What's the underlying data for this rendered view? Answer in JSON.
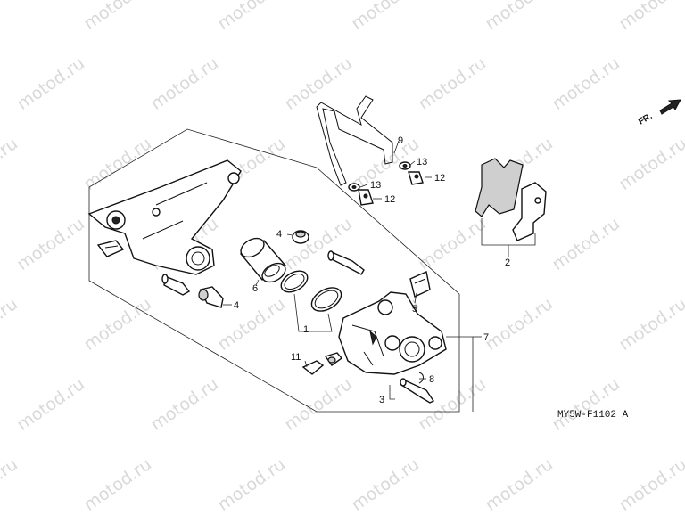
{
  "watermark": "motod.ru",
  "diagram_code": "MY5W-F1102 A",
  "front_marker": "FR.",
  "callouts": {
    "c1": "1",
    "c2": "2",
    "c3": "3",
    "c4a": "4",
    "c4b": "4",
    "c5": "5",
    "c6": "6",
    "c7": "7",
    "c8": "8",
    "c9": "9",
    "c11": "11",
    "c12a": "12",
    "c12b": "12",
    "c13a": "13",
    "c13b": "13"
  }
}
